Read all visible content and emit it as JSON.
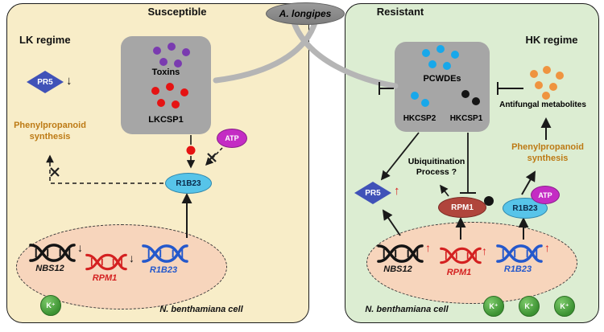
{
  "pathogen": {
    "name": "A. longipes"
  },
  "colors": {
    "toxins": "#7a3bb0",
    "lkcsp1": "#e51313",
    "pcwdes": "#18a8ea",
    "hkcsp1": "#151515",
    "antifungal_metabolites": "#ef9440",
    "upregulated": "#d81c1c",
    "susceptible_bg": "#f8edc8",
    "resistant_bg": "#dcedd2"
  },
  "left": {
    "title": "Susceptible",
    "regime": "LK regime",
    "secretion_box": {
      "toxins": "Toxins",
      "csp": "LKCSP1"
    },
    "pr5": {
      "label": "PR5",
      "trend": "↓"
    },
    "phenylpropanoid": {
      "line1": "Phenylpropanoid",
      "line2": "synthesis"
    },
    "atp": "ATP",
    "r1b23": "R1B23",
    "nucleus": {
      "genes": [
        {
          "name": "NBS12",
          "trend": "↓"
        },
        {
          "name": "RPM1",
          "trend": "↓"
        },
        {
          "name": "R1B23",
          "trend": ""
        }
      ]
    },
    "k_ion": "K⁺",
    "cell_label": "N. benthamiana cell"
  },
  "right": {
    "title": "Resistant",
    "regime": "HK regime",
    "secretion_box": {
      "pcwdes": "PCWDEs",
      "csp2": "HKCSP2",
      "csp1": "HKCSP1"
    },
    "antifungal": "Antifungal metabolites",
    "phenylpropanoid": {
      "line1": "Phenylpropanoid",
      "line2": "synthesis"
    },
    "pr5": {
      "label": "PR5",
      "trend": "↑"
    },
    "ubiquitination": {
      "line1": "Ubiquitination",
      "line2": "Process ?"
    },
    "rpm1": "RPM1",
    "r1b23": "R1B23",
    "atp": "ATP",
    "nucleus": {
      "genes": [
        {
          "name": "NBS12",
          "trend": "↑"
        },
        {
          "name": "RPM1",
          "trend": "↑"
        },
        {
          "name": "R1B23",
          "trend": "↑"
        }
      ]
    },
    "k_ions": [
      "K⁺",
      "K⁺",
      "K⁺"
    ],
    "cell_label": "N. benthamiana cell"
  }
}
